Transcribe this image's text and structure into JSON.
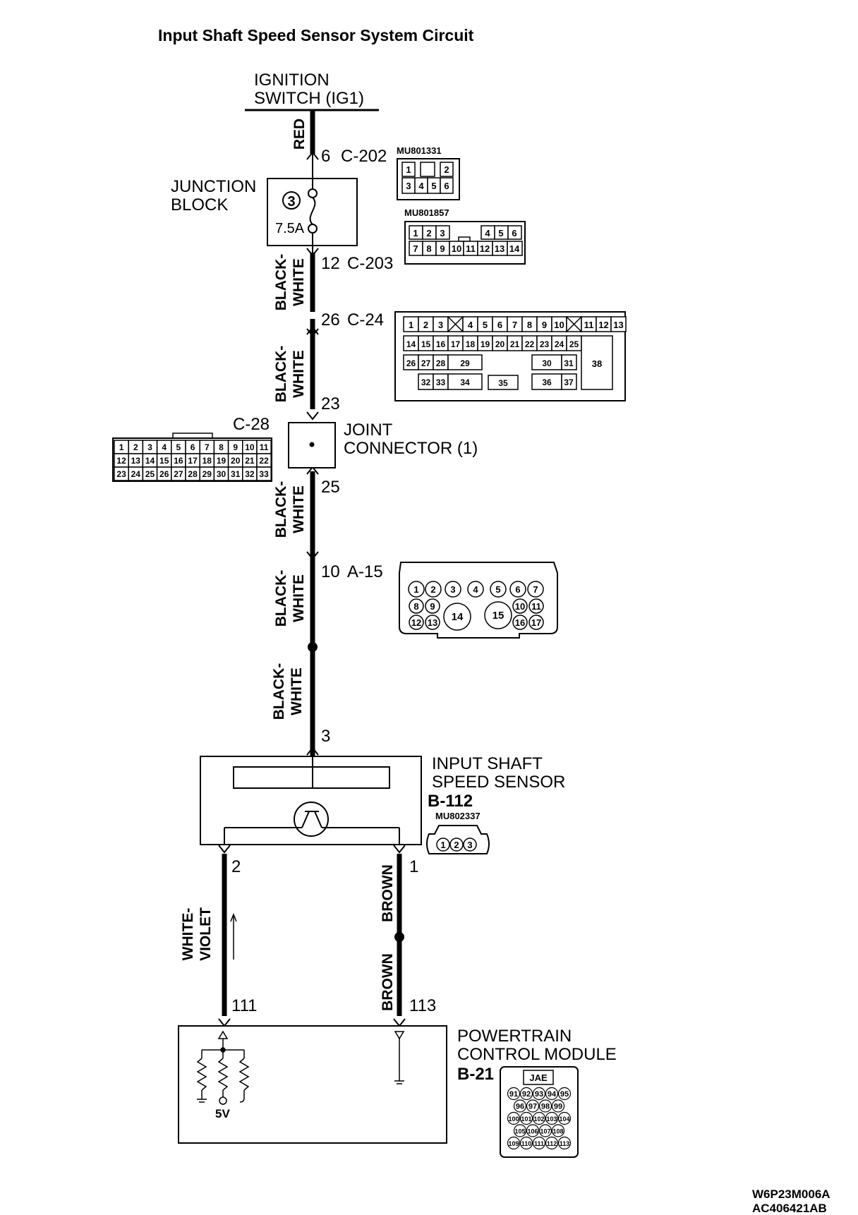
{
  "title": "Input Shaft Speed Sensor System Circuit",
  "ignition": {
    "line1": "IGNITION",
    "line2": "SWITCH (IG1)"
  },
  "junction_block": {
    "line1": "JUNCTION",
    "line2": "BLOCK",
    "fuse_no": "3",
    "fuse_rating": "7.5A"
  },
  "joint_connector": {
    "line1": "JOINT",
    "line2": "CONNECTOR (1)"
  },
  "sensor": {
    "line1": "INPUT SHAFT",
    "line2": "SPEED SENSOR",
    "ref": "B-112",
    "part": "MU802337",
    "pins": [
      "1",
      "2",
      "3"
    ]
  },
  "pcm": {
    "line1": "POWERTRAIN",
    "line2": "CONTROL MODULE",
    "ref": "B-21",
    "conn_type": "JAE",
    "voltage": "5V",
    "rows": [
      [
        "91",
        "92",
        "93",
        "94",
        "95"
      ],
      [
        "96",
        "97",
        "98",
        "99"
      ],
      [
        "100",
        "101",
        "102",
        "103",
        "104"
      ],
      [
        "105",
        "106",
        "107",
        "108"
      ],
      [
        "109",
        "110",
        "111",
        "112",
        "113"
      ]
    ]
  },
  "wires": {
    "red": "RED",
    "bw": [
      "BLACK-",
      "WHITE"
    ],
    "wv": [
      "WHITE-",
      "VIOLET"
    ],
    "brown": "BROWN"
  },
  "terminals": {
    "t6": "6",
    "c202": "C-202",
    "t12": "12",
    "c203": "C-203",
    "t26": "26",
    "c24": "C-24",
    "t23": "23",
    "t25": "25",
    "t10": "10",
    "a15": "A-15",
    "t3": "3",
    "t2": "2",
    "t1": "1",
    "t111": "111",
    "t113": "113",
    "c28": "C-28"
  },
  "connectors": {
    "mu801331": {
      "part": "MU801331",
      "row1": [
        "1",
        "",
        "2"
      ],
      "row2": [
        "3",
        "4",
        "5",
        "6"
      ]
    },
    "mu801857": {
      "part": "MU801857",
      "row1": [
        "1",
        "2",
        "3",
        "",
        "4",
        "5",
        "6"
      ],
      "row2": [
        "7",
        "8",
        "9",
        "10",
        "11",
        "12",
        "13",
        "14"
      ]
    },
    "c24": {
      "row1": [
        "1",
        "2",
        "3",
        "",
        "4",
        "5",
        "6",
        "7",
        "8",
        "9",
        "10",
        "",
        "11",
        "12",
        "13"
      ],
      "row2": [
        "14",
        "15",
        "16",
        "17",
        "18",
        "19",
        "20",
        "21",
        "22",
        "23",
        "24",
        "25"
      ],
      "row3a": [
        "26",
        "27",
        "28",
        "29"
      ],
      "row3b": [
        "30",
        "31"
      ],
      "row4a": [
        "32",
        "33",
        "34"
      ],
      "row4mid": "35",
      "row4b": [
        "36",
        "37"
      ],
      "big": "38"
    },
    "c28": {
      "row1": [
        "1",
        "2",
        "3",
        "4",
        "5",
        "6",
        "7",
        "8",
        "9",
        "10",
        "11"
      ],
      "row2": [
        "12",
        "13",
        "14",
        "15",
        "16",
        "17",
        "18",
        "19",
        "20",
        "21",
        "22"
      ],
      "row3": [
        "23",
        "24",
        "25",
        "26",
        "27",
        "28",
        "29",
        "30",
        "31",
        "32",
        "33"
      ]
    },
    "a15": {
      "row1": [
        "1",
        "2",
        "3",
        "4",
        "5",
        "6",
        "7"
      ],
      "row2l": [
        "8",
        "9"
      ],
      "row2r": [
        "10",
        "11"
      ],
      "row3l": [
        "12",
        "13"
      ],
      "big1": "14",
      "big2": "15",
      "row3r": [
        "16",
        "17"
      ]
    }
  },
  "codes": {
    "line1": "W6P23M006A",
    "line2": "AC406421AB"
  }
}
